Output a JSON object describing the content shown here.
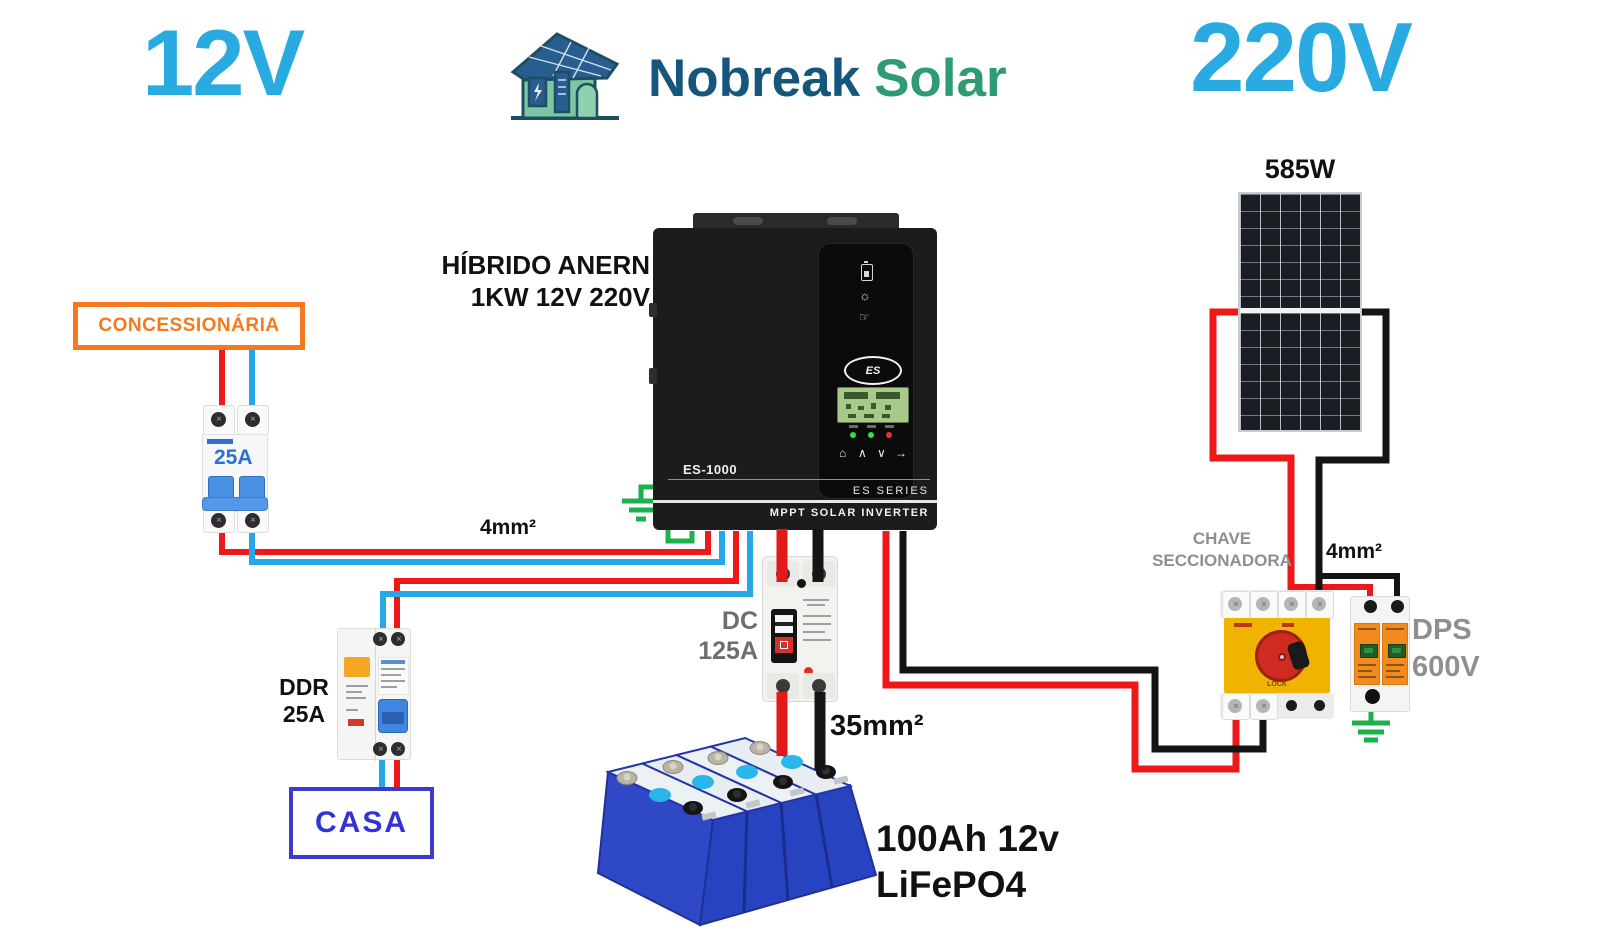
{
  "colors": {
    "accent_blue": "#29abe2",
    "brand_navy": "#16567c",
    "brand_green": "#2e9b72",
    "wire_red": "#ee1818",
    "wire_blue": "#27a7e8",
    "wire_black": "#141414",
    "wire_green": "#1db14c",
    "utility_orange": "#f4791f",
    "casa_blue": "#3b3bcf",
    "label_gray": "#8f8f8f",
    "switch_yellow": "#f0b400",
    "dps_orange": "#f28a1e"
  },
  "header": {
    "left_voltage": "12V",
    "right_voltage": "220V",
    "brand_primary": "Nobreak",
    "brand_secondary": "Solar"
  },
  "pv": {
    "panel_power": "585W",
    "string_cable_label": "4mm²"
  },
  "inverter": {
    "title_line1": "HÍBRIDO ANERN",
    "title_line2": "1KW 12V 220V",
    "model": "ES-1000",
    "series": "ES SERIES",
    "subtitle": "MPPT SOLAR INVERTER",
    "logo": "ES",
    "buttons": [
      "⌂",
      "∧",
      "∨",
      "→"
    ]
  },
  "utility": {
    "box_label": "CONCESSIONÁRIA",
    "breaker_rating": "25A",
    "cable_label": "4mm²"
  },
  "ddr": {
    "name": "DDR",
    "rating": "25A"
  },
  "casa": {
    "label": "CASA"
  },
  "dc_breaker": {
    "name": "DC",
    "rating": "125A"
  },
  "battery": {
    "capacity": "100Ah 12v",
    "chemistry": "LiFePO4",
    "cable_label": "35mm²"
  },
  "disconnect_switch": {
    "label_line1": "CHAVE",
    "label_line2": "SECCIONADORA",
    "lock_text": "LOCK"
  },
  "dps": {
    "name": "DPS",
    "voltage": "600V"
  }
}
